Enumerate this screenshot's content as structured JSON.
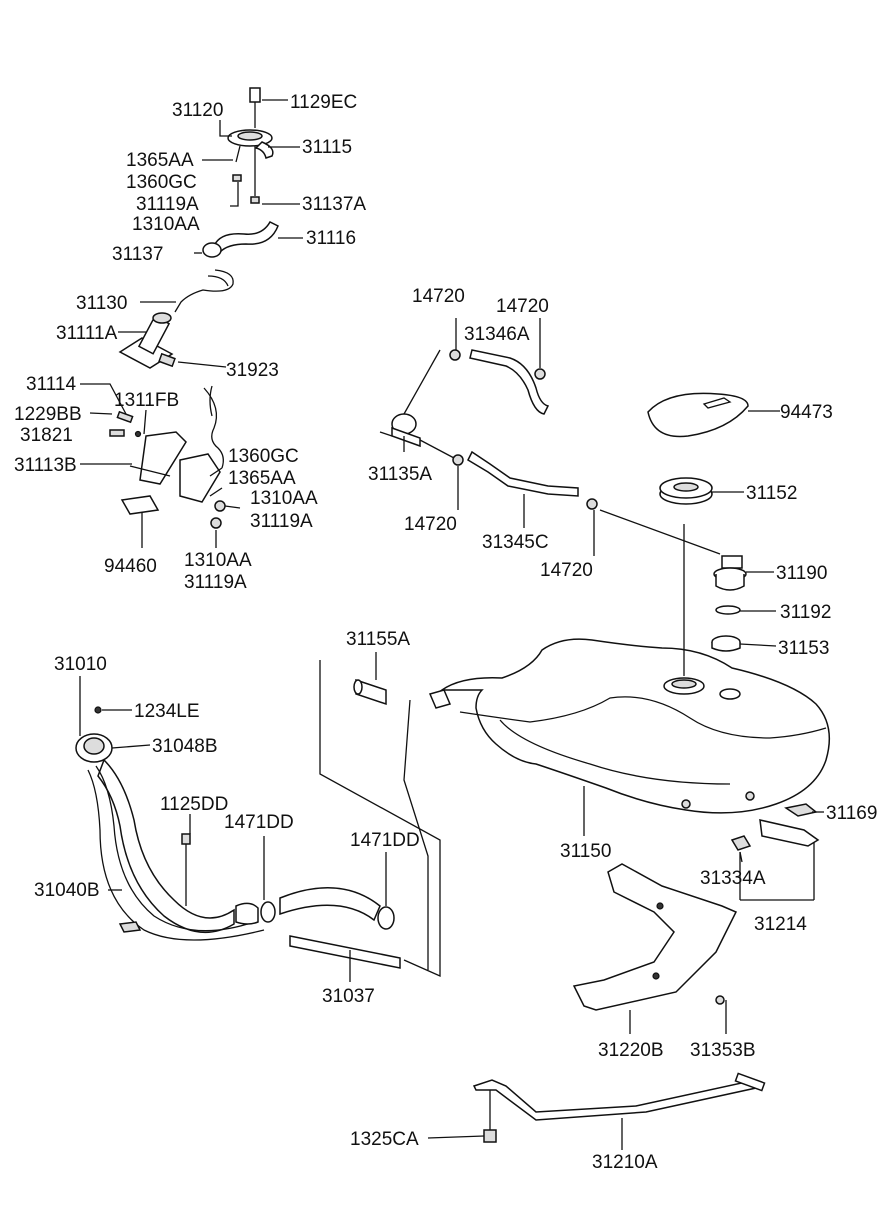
{
  "labels": {
    "p1129EC": "1129EC",
    "p31120": "31120",
    "p31115": "31115",
    "p1365AA_top": "1365AA",
    "p1360GC_top": "1360GC",
    "p31119A_top": "31119A",
    "p1310AA_top": "1310AA",
    "p31137A": "31137A",
    "p31116": "31116",
    "p31137": "31137",
    "p31130": "31130",
    "p31111A": "31111A",
    "p31923": "31923",
    "p31114": "31114",
    "p1311FB": "1311FB",
    "p1229BB": "1229BB",
    "p31821": "31821",
    "p31113B": "31113B",
    "p1360GC_mid": "1360GC",
    "p1365AA_mid": "1365AA",
    "p1310AA_mid": "1310AA",
    "p31119A_mid": "31119A",
    "p94460": "94460",
    "p1310AA_bot": "1310AA",
    "p31119A_bot": "31119A",
    "p14720_a": "14720",
    "p14720_b": "14720",
    "p31346A": "31346A",
    "p94473": "94473",
    "p31135A": "31135A",
    "p14720_c": "14720",
    "p31345C": "31345C",
    "p14720_d": "14720",
    "p31152": "31152",
    "p31190": "31190",
    "p31192": "31192",
    "p31153": "31153",
    "p31155A": "31155A",
    "p31010": "31010",
    "p1234LE": "1234LE",
    "p31048B": "31048B",
    "p1125DD": "1125DD",
    "p1471DD_a": "1471DD",
    "p1471DD_b": "1471DD",
    "p31040B": "31040B",
    "p31037": "31037",
    "p31150": "31150",
    "p31169": "31169",
    "p31334A": "31334A",
    "p31214": "31214",
    "p31220B": "31220B",
    "p31353B": "31353B",
    "p1325CA": "1325CA",
    "p31210A": "31210A"
  }
}
